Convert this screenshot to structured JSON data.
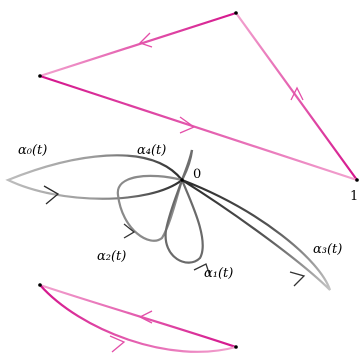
{
  "labels": {
    "alpha0": "α₀(t)",
    "alpha1": "α₁(t)",
    "alpha2": "α₂(t)",
    "alpha3": "α₃(t)",
    "alpha4": "α₄(t)",
    "origin": "0",
    "one": "1"
  },
  "colors": {
    "magenta_dark": "#d4148c",
    "magenta_light": "#f2a3cf",
    "curve_dark": "#2a2a2a",
    "curve_mid": "#7a7a7a",
    "curve_light": "#bdbdbd",
    "point": "#000000"
  }
}
